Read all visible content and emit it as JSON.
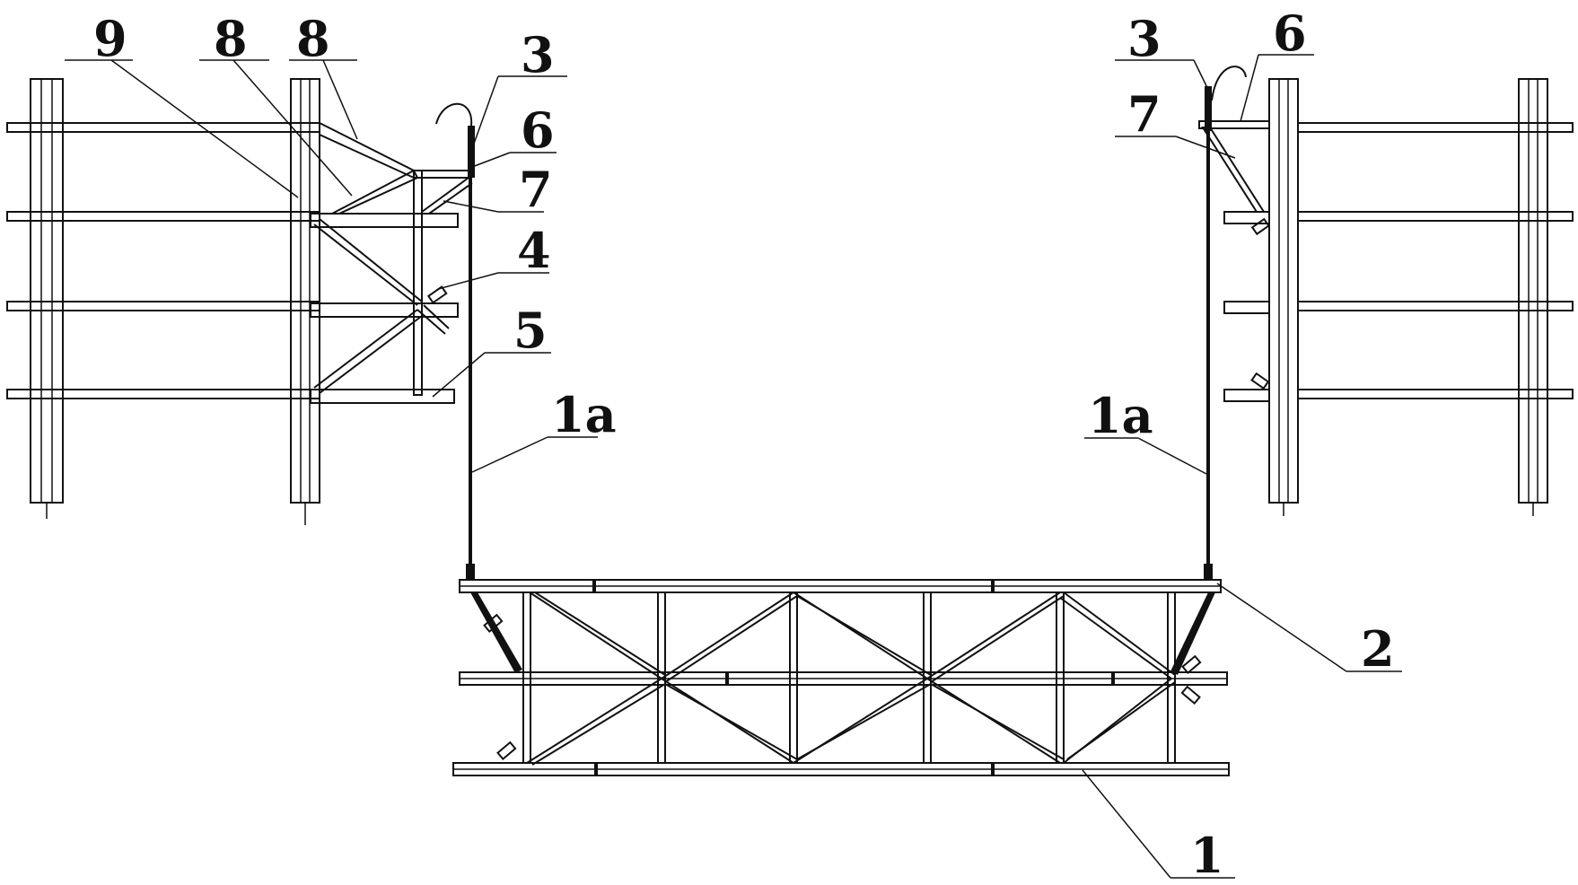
{
  "drawing": {
    "line_color": "#111111",
    "background": "#ffffff",
    "labels": {
      "l9": "9",
      "l8a": "8",
      "l8b": "8",
      "l3_left": "3",
      "l6_left": "6",
      "l7_left": "7",
      "l4": "4",
      "l5": "5",
      "l1a_left": "1a",
      "l3_right": "3",
      "l6_right": "6",
      "l7_right": "7",
      "l1a_right": "1a",
      "l2": "2",
      "l1": "1"
    }
  }
}
